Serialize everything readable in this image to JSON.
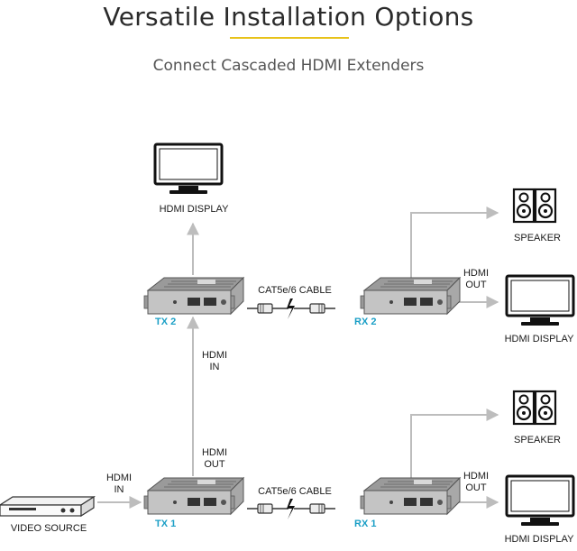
{
  "header": {
    "title": "Versatile Installation Options",
    "subtitle": "Connect Cascaded HDMI Extenders",
    "accent_color": "#e8c21a"
  },
  "labels": {
    "top_display": "HDMI DISPLAY",
    "tx2": "TX 2",
    "rx2": "RX 2",
    "cable_top": "CAT5e/6 CABLE",
    "speaker_top": "SPEAKER",
    "hdmi_out_rx2_line1": "HDMI",
    "hdmi_out_rx2_line2": "OUT",
    "display_rx2": "HDMI DISPLAY",
    "hdmi_in_tx2_line1": "HDMI",
    "hdmi_in_tx2_line2": "IN",
    "speaker_bottom": "SPEAKER",
    "hdmi_out_tx1_line1": "HDMI",
    "hdmi_out_tx1_line2": "OUT",
    "hdmi_in_tx1_line1": "HDMI",
    "hdmi_in_tx1_line2": "IN",
    "cable_bottom": "CAT5e/6 CABLE",
    "hdmi_out_rx1_line1": "HDMI",
    "hdmi_out_rx1_line2": "OUT",
    "tx1": "TX 1",
    "rx1": "RX 1",
    "video_source": "VIDEO SOURCE",
    "display_rx1": "HDMI DISPLAY"
  },
  "colors": {
    "tx_label": "#1b9fc6",
    "arrow": "#bdbdbd",
    "device": "#8a8a8a"
  },
  "icons": [
    "tv-icon",
    "speaker-icon",
    "extender-icon",
    "video-source-icon",
    "cable-icon",
    "lightning-icon"
  ]
}
